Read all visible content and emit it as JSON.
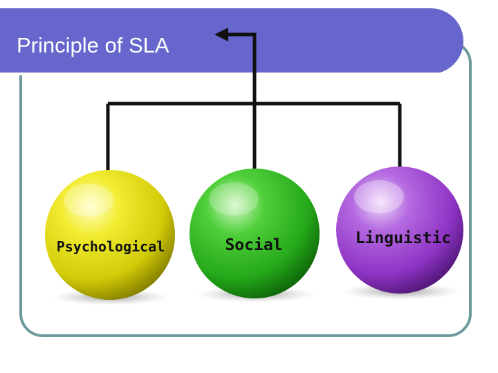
{
  "slide": {
    "title": "Principle of SLA"
  },
  "diagram": {
    "nodes": [
      {
        "id": "psychological",
        "label": "Psychological",
        "color": "#d9d40a"
      },
      {
        "id": "social",
        "label": "Social",
        "color": "#2fb222"
      },
      {
        "id": "linguistic",
        "label": "Linguistic",
        "color": "#9c3fce"
      }
    ],
    "connector_color": "#111111",
    "arrow_target": "title"
  },
  "colors": {
    "title_bar": "#6766cc",
    "frame_border": "#6c9a9c"
  }
}
